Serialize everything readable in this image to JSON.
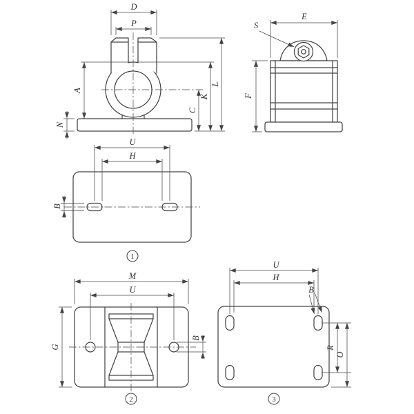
{
  "title": "clamp-technical-drawing",
  "colors": {
    "line": "#444444",
    "background": "#ffffff"
  },
  "front": {
    "D": "D",
    "P": "P",
    "A": "A",
    "N": "N",
    "C": "C",
    "K": "K",
    "L": "L"
  },
  "side": {
    "S": "S",
    "E": "E",
    "F": "F"
  },
  "plate1": {
    "U": "U",
    "H": "H",
    "B": "B",
    "num": "1"
  },
  "base2": {
    "M": "M",
    "U": "U",
    "G": "G",
    "B": "B",
    "num": "2"
  },
  "plate3": {
    "U": "U",
    "H": "H",
    "B": "B",
    "R": "R",
    "O": "O",
    "num": "3"
  }
}
